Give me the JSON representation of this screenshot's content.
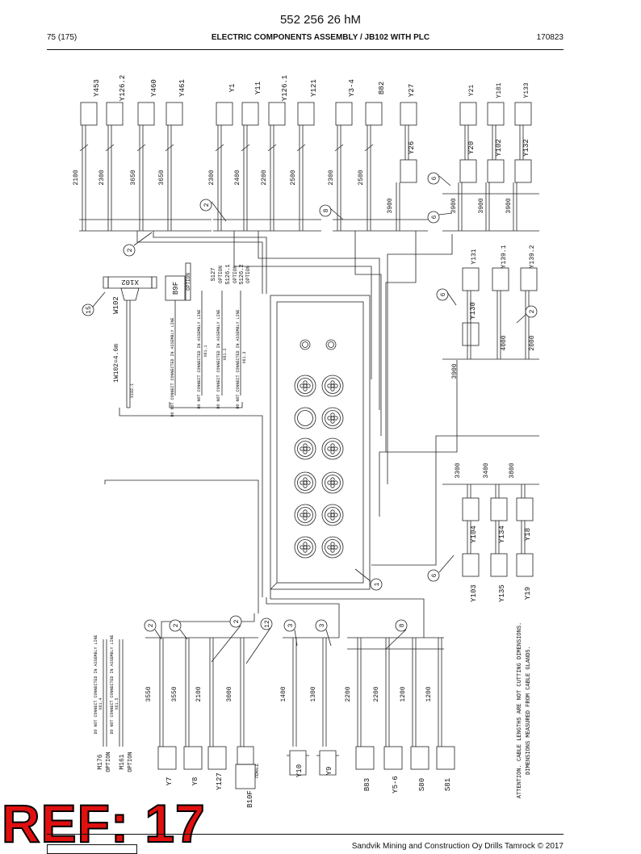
{
  "header": {
    "doc_number": "552 256 26 hM",
    "page": "75 (175)",
    "title": "ELECTRIC COMPONENTS ASSEMBLY / JB102 WITH PLC",
    "date": "170823"
  },
  "footer": {
    "copyright": "Sandvik Mining and Construction Oy Drills Tamrock © 2017"
  },
  "ref_stamp": "REF: 17",
  "diagram": {
    "top_group_1": {
      "valves": [
        "Y453",
        "Y126.2",
        "Y460",
        "Y461"
      ],
      "lengths": [
        "2100",
        "2300",
        "3650",
        "3650"
      ]
    },
    "top_group_2": {
      "valves": [
        "Y1",
        "Y11",
        "Y126.1",
        "Y121"
      ],
      "lengths": [
        "2300",
        "2400",
        "2200",
        "2500"
      ]
    },
    "top_group_3": {
      "valves": [
        "Y3-4",
        "B82",
        "Y27"
      ],
      "lower": [
        "Y26"
      ],
      "lengths": [
        "2300",
        "2500",
        "3900"
      ]
    },
    "top_group_4": {
      "upper": [
        "Y21",
        "Y101",
        "Y133"
      ],
      "lower": [
        "Y20",
        "Y102",
        "Y132"
      ],
      "lengths": [
        "3900",
        "3900",
        "3900"
      ]
    },
    "mid_right_group": {
      "upper": [
        "Y131",
        "Y139.1",
        "Y139.2"
      ],
      "lower": [
        "Y130"
      ],
      "lengths": [
        "3900",
        "4000",
        "2000"
      ]
    },
    "lower_right_group": {
      "upper": [
        "Y104",
        "Y134",
        "Y18"
      ],
      "lower": [
        "Y103",
        "Y135",
        "Y19"
      ],
      "lengths": [
        "3300",
        "3400",
        "3800"
      ]
    },
    "connector_x102": {
      "label": "X102",
      "cable": "W102",
      "cable_length": "1W102=4.6m",
      "wire_tag": "X102.1"
    },
    "option_block": {
      "b9f": "B9F",
      "b9f_option": "OPTION",
      "items": [
        "S127",
        "OPTION",
        "S126.1",
        "OPTION",
        "S126.2",
        "OPTION"
      ],
      "notes": [
        "DO NOT CONNECT CONNECTED IN ASSEMBLY LINE",
        "DO NOT CONNECT CONNECTED IN ASSEMBLY LINE",
        "DO NOT CONNECT CONNECTED IN ASSEMBLY LINE",
        "DO NOT CONNECT CONNECTED IN ASSEMBLY LINE"
      ],
      "tags": [
        "X61.1",
        "X61.2",
        "X61.3"
      ]
    },
    "bottom_group_1": {
      "items": [
        "Y7",
        "Y8",
        "Y127",
        "B10F"
      ],
      "lengths": [
        "3550",
        "3550",
        "2100",
        "3000"
      ],
      "female_label": "FEMALE"
    },
    "bottom_group_2": {
      "items": [
        "Y10",
        "Y9"
      ],
      "lengths": [
        "1400",
        "1300"
      ]
    },
    "bottom_group_3": {
      "items": [
        "B83",
        "Y5-6",
        "S80",
        "S81"
      ],
      "lengths": [
        "2200",
        "2200",
        "1200",
        "1200"
      ]
    },
    "bottom_options": {
      "items": [
        "M176",
        "OPTION",
        "M161",
        "OPTION"
      ],
      "notes": [
        "DO NOT CONNECT CONNECTED IN ASSEMBLY LINE",
        "DO NOT CONNECT CONNECTED IN ASSEMBLY LINE"
      ],
      "tags": [
        "X61.4",
        "X61.5"
      ]
    },
    "callouts": [
      "2",
      "2",
      "8",
      "6",
      "6",
      "15",
      "6",
      "2",
      "1",
      "6",
      "2",
      "2",
      "2",
      "12",
      "3",
      "3",
      "8"
    ],
    "attention": [
      "ATTENTION. CABLE LENGTHS ARE NOT CUTTING DIMENSIONS.",
      "DIMENSIONS MEASURED FROM CABLE GLANDS."
    ]
  }
}
